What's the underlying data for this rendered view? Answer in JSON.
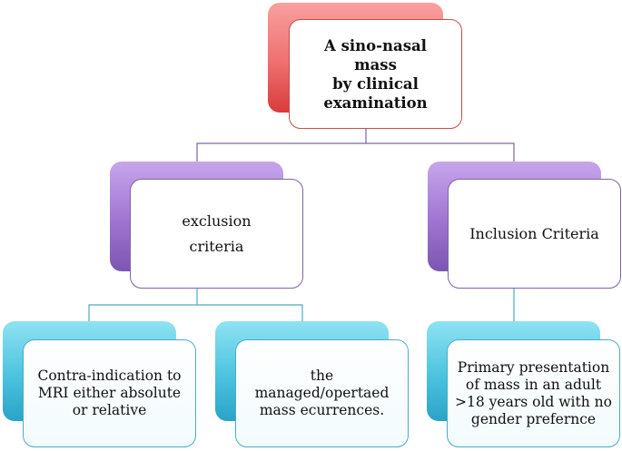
{
  "diagram": {
    "root": {
      "lines": [
        "A sino-nasal mass",
        "by clinical",
        "examination"
      ]
    },
    "exclusion": {
      "lines": [
        "exclusion",
        "criteria"
      ],
      "children": [
        {
          "lines": [
            "Contra-indication to",
            "MRI either absolute",
            "or relative"
          ]
        },
        {
          "lines": [
            "the",
            "managed/opertaed",
            "mass ecurrences."
          ]
        }
      ]
    },
    "inclusion": {
      "lines": [
        "Inclusion Criteria"
      ],
      "children": [
        {
          "lines": [
            "Primary presentation",
            "of mass in an adult",
            ">18 years old with no",
            "gender prefernce"
          ]
        }
      ]
    }
  },
  "colors": {
    "root_accent": "#c0504d",
    "level2_accent": "#8064a2",
    "level3_accent": "#4bacc6"
  }
}
